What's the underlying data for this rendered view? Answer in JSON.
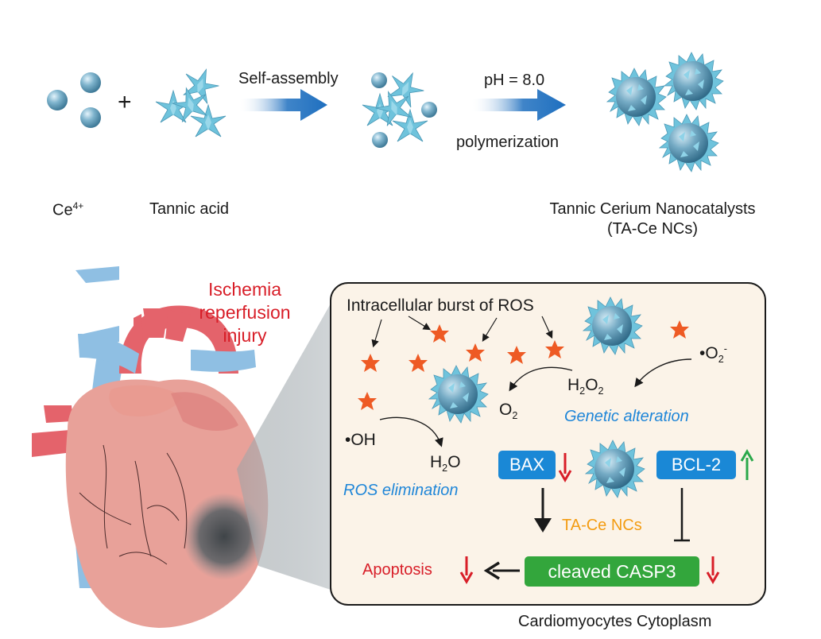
{
  "synthesis": {
    "ce_label_base": "Ce",
    "ce_label_sup": "4+",
    "plus_sign": "+",
    "tannic_acid_label": "Tannic acid",
    "step1_label": "Self-assembly",
    "step2_label_top": "pH = 8.0",
    "step2_label_bottom": "polymerization",
    "product_label_line1": "Tannic Cerium Nanocatalysts",
    "product_label_line2": "(TA-Ce NCs)"
  },
  "heart": {
    "condition_line1": "Ischemia",
    "condition_line2": "reperfusion",
    "condition_line3": "injury"
  },
  "cytoplasm": {
    "ros_burst_label": "Intracellular burst of ROS",
    "superoxide_prefix": "•O",
    "superoxide_sub": "2",
    "superoxide_sup": "-",
    "h2o2_h": "H",
    "h2o2_sub1": "2",
    "h2o2_o": "O",
    "h2o2_sub2": "2",
    "o2_o": "O",
    "o2_sub": "2",
    "hydroxyl_label": "•OH",
    "water_h": "H",
    "water_sub": "2",
    "water_o": "O",
    "genetic_label": "Genetic alteration",
    "ros_elim_label": "ROS elimination",
    "bax_label": "BAX",
    "bcl2_label": "BCL-2",
    "nc_label": "TA-Ce NCs",
    "casp3_label": "cleaved CASP3",
    "apoptosis_label": "Apoptosis",
    "compartment_label": "Cardiomyocytes Cytoplasm"
  },
  "colors": {
    "sphere": "#5e99b6",
    "spike": "#6fc3dc",
    "arrow_blue": "#1e6fbf",
    "star": "#ee5a24",
    "box_blue": "#1a88d6",
    "box_green": "#33a63c",
    "down_red": "#d81e28",
    "up_green": "#2aa84a",
    "panel_bg": "#fbf3e8",
    "heart_pink": "#e8a199",
    "vessel_blue": "#8fbfe3",
    "vessel_red": "#e4636b"
  }
}
